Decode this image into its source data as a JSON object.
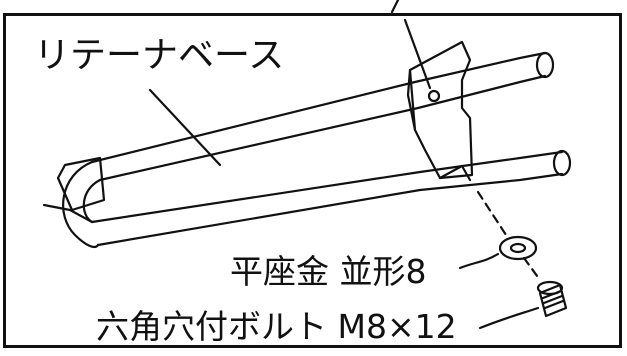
{
  "labels": {
    "retainer_base": "リテーナベース",
    "flat_washer": "平座金 並形8",
    "hex_socket_bolt": "六角穴付ボルト M8×12"
  }
}
